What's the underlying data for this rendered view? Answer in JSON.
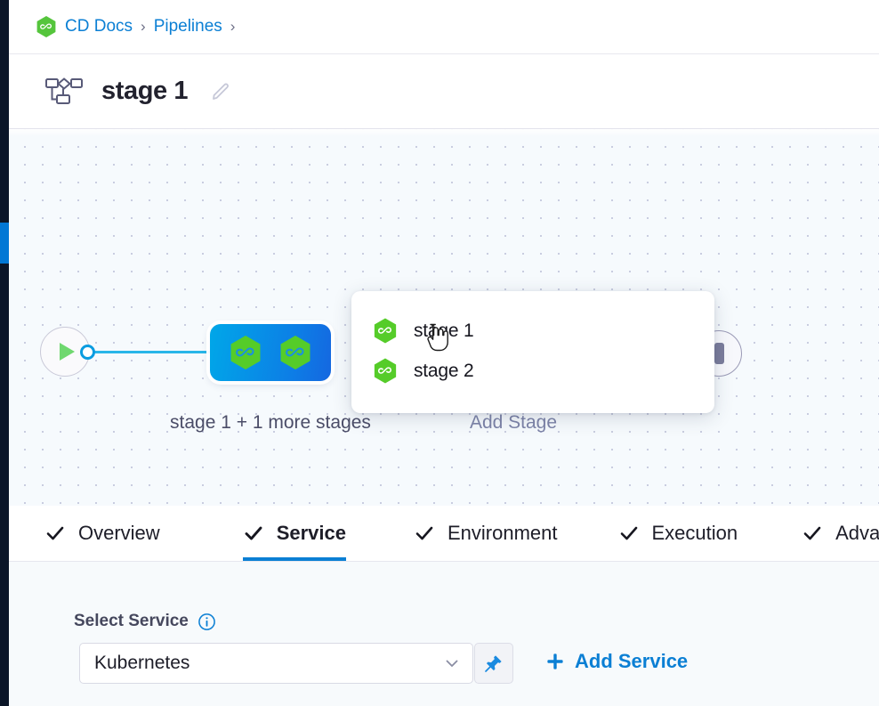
{
  "breadcrumb": {
    "brand_icon": "harness-hexagon-icon",
    "items": [
      {
        "label": "CD Docs"
      },
      {
        "label": "Pipelines"
      }
    ],
    "separator": "›"
  },
  "header": {
    "stage_icon": "pipeline-stage-diagram-icon",
    "title": "stage 1",
    "edit_icon": "pencil-edit-icon"
  },
  "canvas": {
    "start_node": {
      "icon": "play-triangle-icon"
    },
    "group_node": {
      "icons": [
        "harness-hexagon-icon",
        "harness-hexagon-icon"
      ],
      "caption": "stage 1 + 1 more stages"
    },
    "add_stage_label": "Add Stage",
    "end_node": {
      "icon": "stop-bar-icon"
    },
    "cursor": "pointing-hand-cursor"
  },
  "popup": {
    "items": [
      {
        "icon": "harness-hexagon-icon",
        "label": "stage 1"
      },
      {
        "icon": "harness-hexagon-icon",
        "label": "stage 2"
      }
    ]
  },
  "tabs": [
    {
      "label": "Overview",
      "icon": "check-icon",
      "active": false
    },
    {
      "label": "Service",
      "icon": "check-icon",
      "active": true
    },
    {
      "label": "Environment",
      "icon": "check-icon",
      "active": false
    },
    {
      "label": "Execution",
      "icon": "check-icon",
      "active": false
    },
    {
      "label": "Advanced",
      "icon": "check-icon",
      "active": false
    }
  ],
  "service_panel": {
    "field_label": "Select Service",
    "info_icon": "info-circle-icon",
    "select": {
      "value": "Kubernetes",
      "placeholder": "Select Service",
      "chevron_icon": "chevron-down-icon"
    },
    "pin_button": {
      "icon": "pin-icon"
    },
    "add_service": {
      "icon": "plus-icon",
      "label": "Add Service"
    }
  },
  "colors": {
    "accent_blue": "#0b7fd4",
    "node_blue": "#0d7de6",
    "brand_green": "#55c53c",
    "rail_dark": "#0b1628",
    "canvas_bg": "#f6fafd"
  }
}
